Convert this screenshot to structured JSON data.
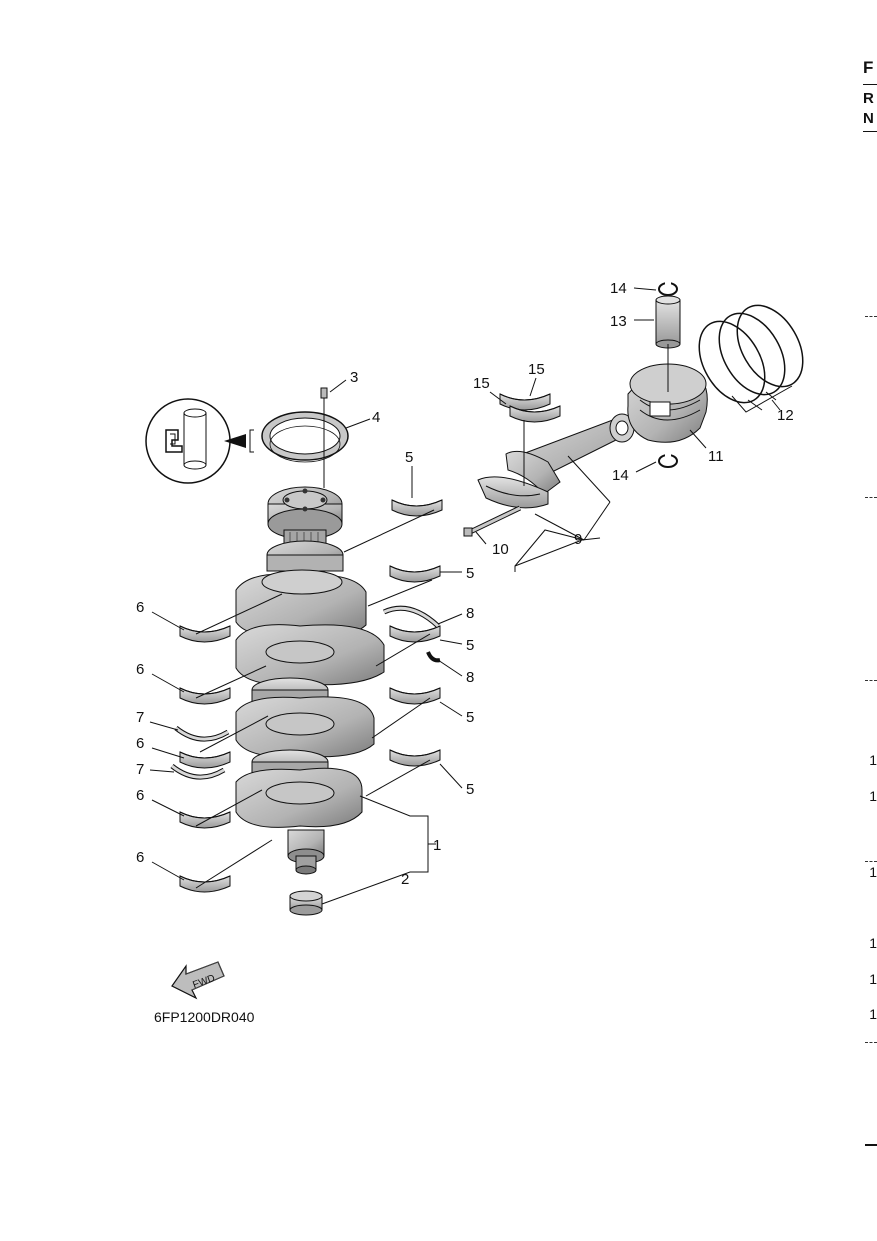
{
  "edge_text": {
    "top_letter": "F",
    "second_letter": "R",
    "third_letter": "N"
  },
  "edge_numbers": [
    "1",
    "1",
    "1",
    "1",
    "1",
    "1"
  ],
  "callouts": {
    "c1": "1",
    "c2": "2",
    "c3": "3",
    "c4": "4",
    "c5": "5",
    "c6": "6",
    "c7": "7",
    "c8": "8",
    "c9": "9",
    "c10": "10",
    "c11": "11",
    "c12": "12",
    "c13": "13",
    "c14": "14",
    "c15": "15"
  },
  "fwd_label": "FWD",
  "drawing_code": "6FP1200DR040",
  "colors": {
    "part_fill": "#bdbdbd",
    "part_dark": "#8a8a8a",
    "line": "#111111"
  }
}
